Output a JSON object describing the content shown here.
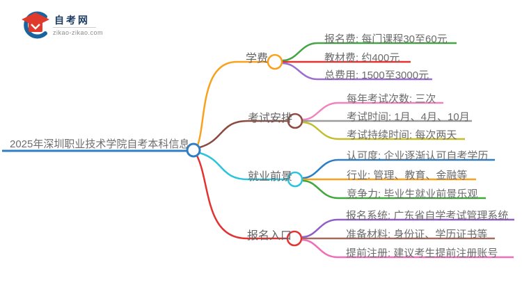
{
  "logo": {
    "title": "自考网",
    "domain": "zikao-zikao.com",
    "brand_blue": "#19649e",
    "brand_red": "#e03a2d"
  },
  "mindmap": {
    "root": {
      "label": "2025年深圳职业技术学院自考本科信息",
      "color": "#2e7ec6"
    },
    "branches": [
      {
        "label": "学费",
        "color": "#f9a01c",
        "children": [
          {
            "label": "报名费: 每门课程30至60元",
            "color": "#43a543"
          },
          {
            "label": "教材费: 约400元",
            "color": "#e23231"
          },
          {
            "label": "总费用: 1500至3000元",
            "color": "#9a6fd0"
          }
        ]
      },
      {
        "label": "考试安排",
        "color": "#8c4b41",
        "children": [
          {
            "label": "每年考试次数: 三次",
            "color": "#f083be"
          },
          {
            "label": "考试时间: 1月、4月、10月",
            "color": "#9c9c9c"
          },
          {
            "label": "考试持续时间: 每次两天",
            "color": "#c3bd2b"
          }
        ]
      },
      {
        "label": "就业前景",
        "color": "#2bc4dc",
        "children": [
          {
            "label": "认可度: 企业逐渐认可自考学历",
            "color": "#2e7ec6"
          },
          {
            "label": "行业: 管理、教育、金融等",
            "color": "#f9a01c"
          },
          {
            "label": "竞争力: 毕业生就业前景乐观",
            "color": "#3fa83b"
          }
        ]
      },
      {
        "label": "报名入口",
        "color": "#e23231",
        "children": [
          {
            "label": "报名系统: 广东省自学考试管理系统",
            "color": "#8f5fc6"
          },
          {
            "label": "准备材料: 身份证、学历证书等",
            "color": "#a56a5e"
          },
          {
            "label": "提前注册: 建议考生提前注册账号",
            "color": "#ef6fb7"
          }
        ]
      }
    ]
  }
}
